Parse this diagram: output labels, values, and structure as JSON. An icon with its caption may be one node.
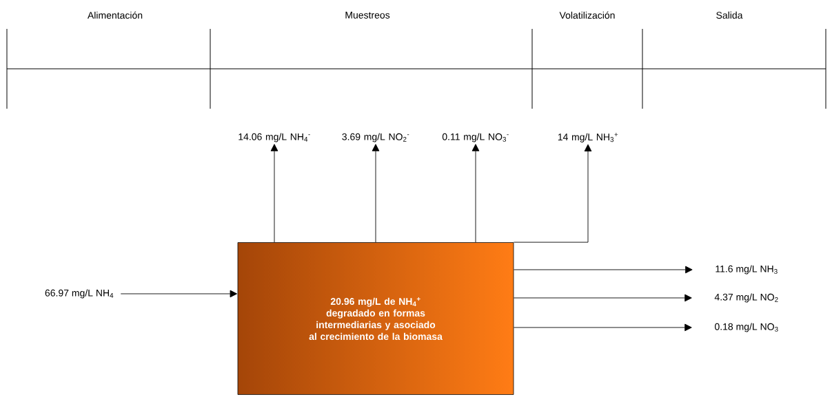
{
  "diagram": {
    "nodes": [
      {
        "text": [
          "20.96 mg/L de NH$_{4}$$^{+}$ degradado en formas intermediarias y asociado al crecimiento de la biomasa"
        ]
      },
      {
        "text": [
          "14.06 mg/L NH$_{4}$$^{-}$"
        ]
      },
      {
        "text": [
          "3.69 mg/L NO$_{2}$$^{-}$"
        ]
      },
      {
        "text": [
          "0.11 mg/L NO$_{3}$$^{-}$"
        ]
      },
      {
        "text": [
          "14 mg/L NH$_{3}$$^{+}$"
        ]
      },
      {
        "text": [
          "66.97 mg/L NH$_{4}$"
        ]
      },
      {
        "text": [
          "11.6 mg/L NH$_{3}$"
        ]
      },
      {
        "text": [
          "4.37 mg/L NO$_{2}$"
        ]
      },
      {
        "text": [
          "0.18 mg/L NO$_{3}$"
        ]
      }
    ],
    "edges": [
      {
        "from": 0,
        "to": 1,
        "arrow": "to"
      },
      {
        "from": 0,
        "to": 2,
        "arrow": "to"
      },
      {
        "from": 0,
        "to": 3,
        "arrow": "to"
      },
      {
        "from": 0,
        "to": 4,
        "arrow": "to"
      },
      {
        "from": 5,
        "to": 0,
        "arrow": "to"
      },
      {
        "from": 0,
        "to": 6,
        "arrow": "to"
      },
      {
        "from": 0,
        "to": 7,
        "arrow": "to"
      },
      {
        "from": 0,
        "to": 8,
        "arrow": "to"
      }
    ],
    "labels": [
      "Alimentación",
      "Muestreos",
      "Volatilización",
      "Salida"
    ]
  }
}
